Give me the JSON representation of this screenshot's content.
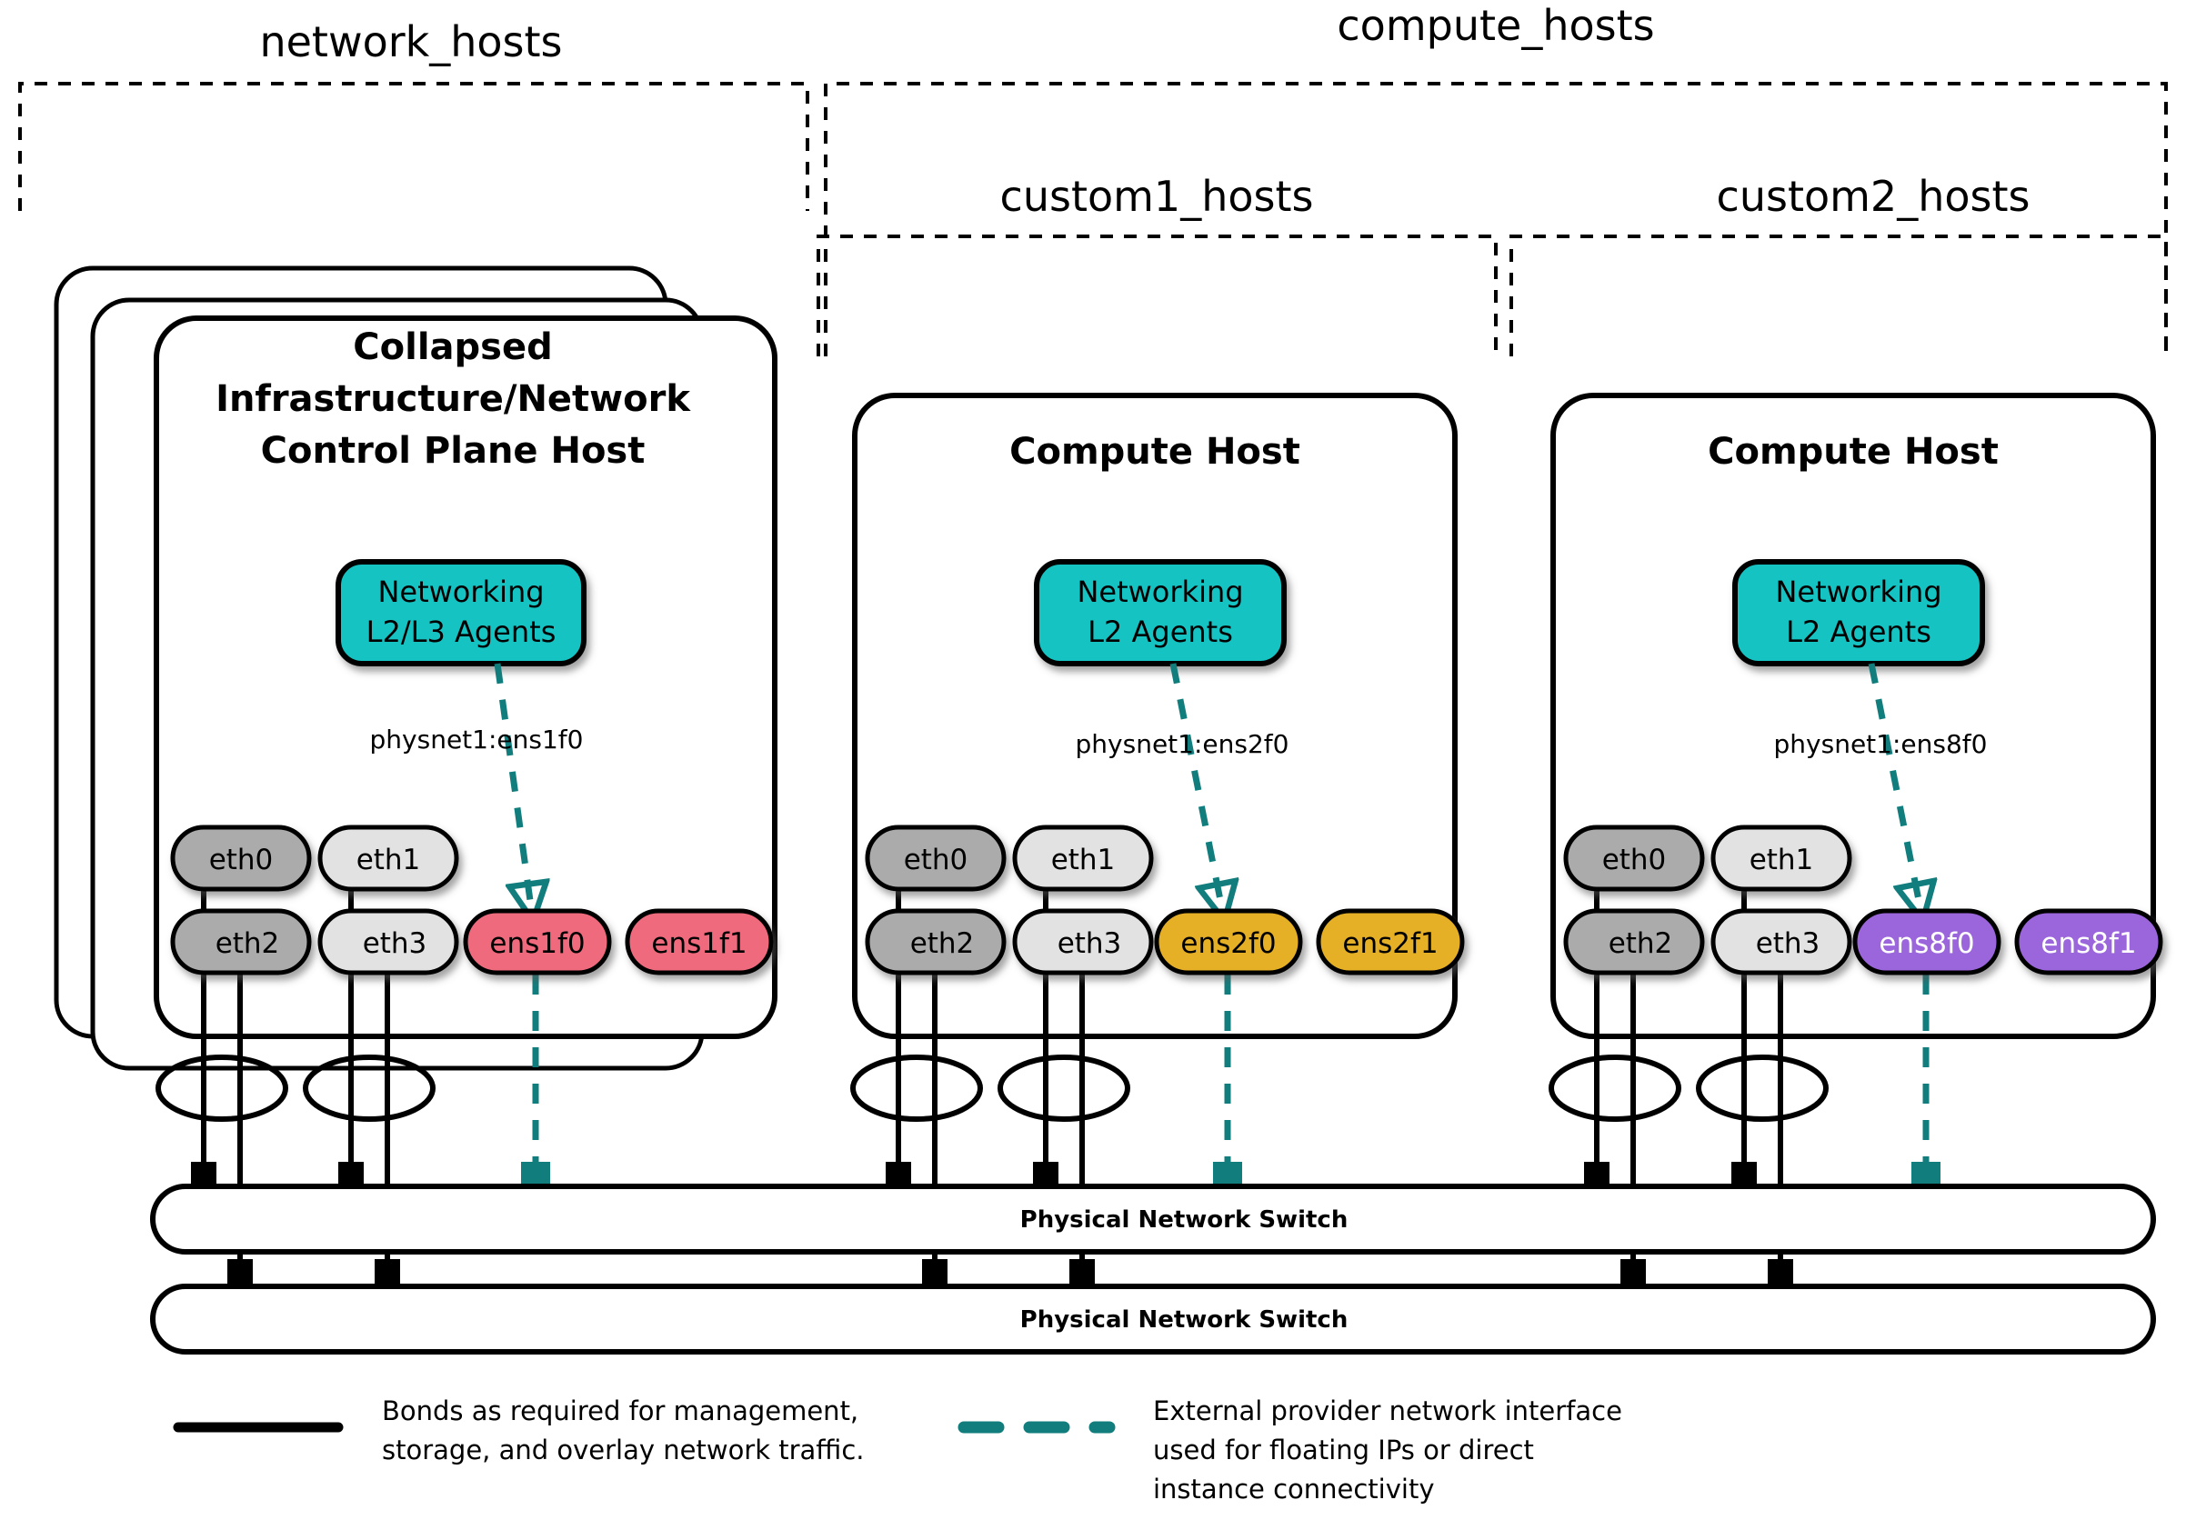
{
  "page": {
    "title": "OpenStack Network Topology Reference Diagram",
    "background": "#ffffff"
  },
  "groups": [
    {
      "id": "network_hosts",
      "label": "network_hosts"
    },
    {
      "id": "compute_hosts",
      "label": "compute_hosts"
    },
    {
      "id": "custom1_hosts",
      "label": "custom1_hosts"
    },
    {
      "id": "custom2_hosts",
      "label": "custom2_hosts"
    }
  ],
  "hosts": [
    {
      "id": "control-plane-host",
      "group": "network_hosts",
      "stacked": true,
      "title_lines": [
        "Collapsed",
        "Infrastructure/Network",
        "Control Plane Host"
      ],
      "agent": {
        "lines": [
          "Networking",
          "L2/L3 Agents"
        ],
        "color": "#17C3C3"
      },
      "physnet_label": "physnet1:ens1f0",
      "nics": [
        {
          "name": "eth0",
          "color": "#ABABAB",
          "text_color": "#000000",
          "row": 0,
          "col": 0
        },
        {
          "name": "eth1",
          "color": "#E2E2E2",
          "text_color": "#000000",
          "row": 0,
          "col": 1
        },
        {
          "name": "eth2",
          "color": "#ABABAB",
          "text_color": "#000000",
          "row": 1,
          "col": 0
        },
        {
          "name": "eth3",
          "color": "#E2E2E2",
          "text_color": "#000000",
          "row": 1,
          "col": 1
        },
        {
          "name": "ens1f0",
          "color": "#EE6A7C",
          "text_color": "#000000",
          "row": 1,
          "col": 2
        },
        {
          "name": "ens1f1",
          "color": "#EE6A7C",
          "text_color": "#000000",
          "row": 1,
          "col": 3
        }
      ]
    },
    {
      "id": "compute-host-1",
      "group": "custom1_hosts",
      "stacked": false,
      "title_lines": [
        "Compute Host"
      ],
      "agent": {
        "lines": [
          "Networking",
          "L2 Agents"
        ],
        "color": "#17C3C3"
      },
      "physnet_label": "physnet1:ens2f0",
      "nics": [
        {
          "name": "eth0",
          "color": "#ABABAB",
          "text_color": "#000000",
          "row": 0,
          "col": 0
        },
        {
          "name": "eth1",
          "color": "#E2E2E2",
          "text_color": "#000000",
          "row": 0,
          "col": 1
        },
        {
          "name": "eth2",
          "color": "#ABABAB",
          "text_color": "#000000",
          "row": 1,
          "col": 0
        },
        {
          "name": "eth3",
          "color": "#E2E2E2",
          "text_color": "#000000",
          "row": 1,
          "col": 1
        },
        {
          "name": "ens2f0",
          "color": "#E5AF26",
          "text_color": "#000000",
          "row": 1,
          "col": 2
        },
        {
          "name": "ens2f1",
          "color": "#E5AF26",
          "text_color": "#000000",
          "row": 1,
          "col": 3
        }
      ]
    },
    {
      "id": "compute-host-2",
      "group": "custom2_hosts",
      "stacked": false,
      "title_lines": [
        "Compute Host"
      ],
      "agent": {
        "lines": [
          "Networking",
          "L2 Agents"
        ],
        "color": "#17C3C3"
      },
      "physnet_label": "physnet1:ens8f0",
      "nics": [
        {
          "name": "eth0",
          "color": "#ABABAB",
          "text_color": "#000000",
          "row": 0,
          "col": 0
        },
        {
          "name": "eth1",
          "color": "#E2E2E2",
          "text_color": "#000000",
          "row": 0,
          "col": 1
        },
        {
          "name": "eth2",
          "color": "#ABABAB",
          "text_color": "#000000",
          "row": 1,
          "col": 0
        },
        {
          "name": "eth3",
          "color": "#E2E2E2",
          "text_color": "#000000",
          "row": 1,
          "col": 1
        },
        {
          "name": "ens8f0",
          "color": "#9B66DC",
          "text_color": "#ffffff",
          "row": 1,
          "col": 2
        },
        {
          "name": "ens8f1",
          "color": "#9B66DC",
          "text_color": "#ffffff",
          "row": 1,
          "col": 3
        }
      ]
    }
  ],
  "switches": [
    {
      "id": "switch-1",
      "label": "Physical Network Switch"
    },
    {
      "id": "switch-2",
      "label": "Physical Network Switch"
    }
  ],
  "legend": [
    {
      "id": "legend-bonds",
      "style": "solid",
      "color": "#000000",
      "lines": [
        "Bonds as required for management,",
        "storage, and overlay network traffic."
      ]
    },
    {
      "id": "legend-provider",
      "style": "dashed",
      "color": "#127D7D",
      "lines": [
        "External provider network interface",
        "used for floating IPs or direct",
        "instance connectivity"
      ]
    }
  ],
  "colors": {
    "agent_teal": "#17C3C3",
    "provider_dash": "#127D7D",
    "nic_dark_gray": "#ABABAB",
    "nic_light_gray": "#E2E2E2",
    "nic_pink": "#EE6A7C",
    "nic_gold": "#E5AF26",
    "nic_purple": "#9B66DC",
    "outline": "#000000"
  }
}
